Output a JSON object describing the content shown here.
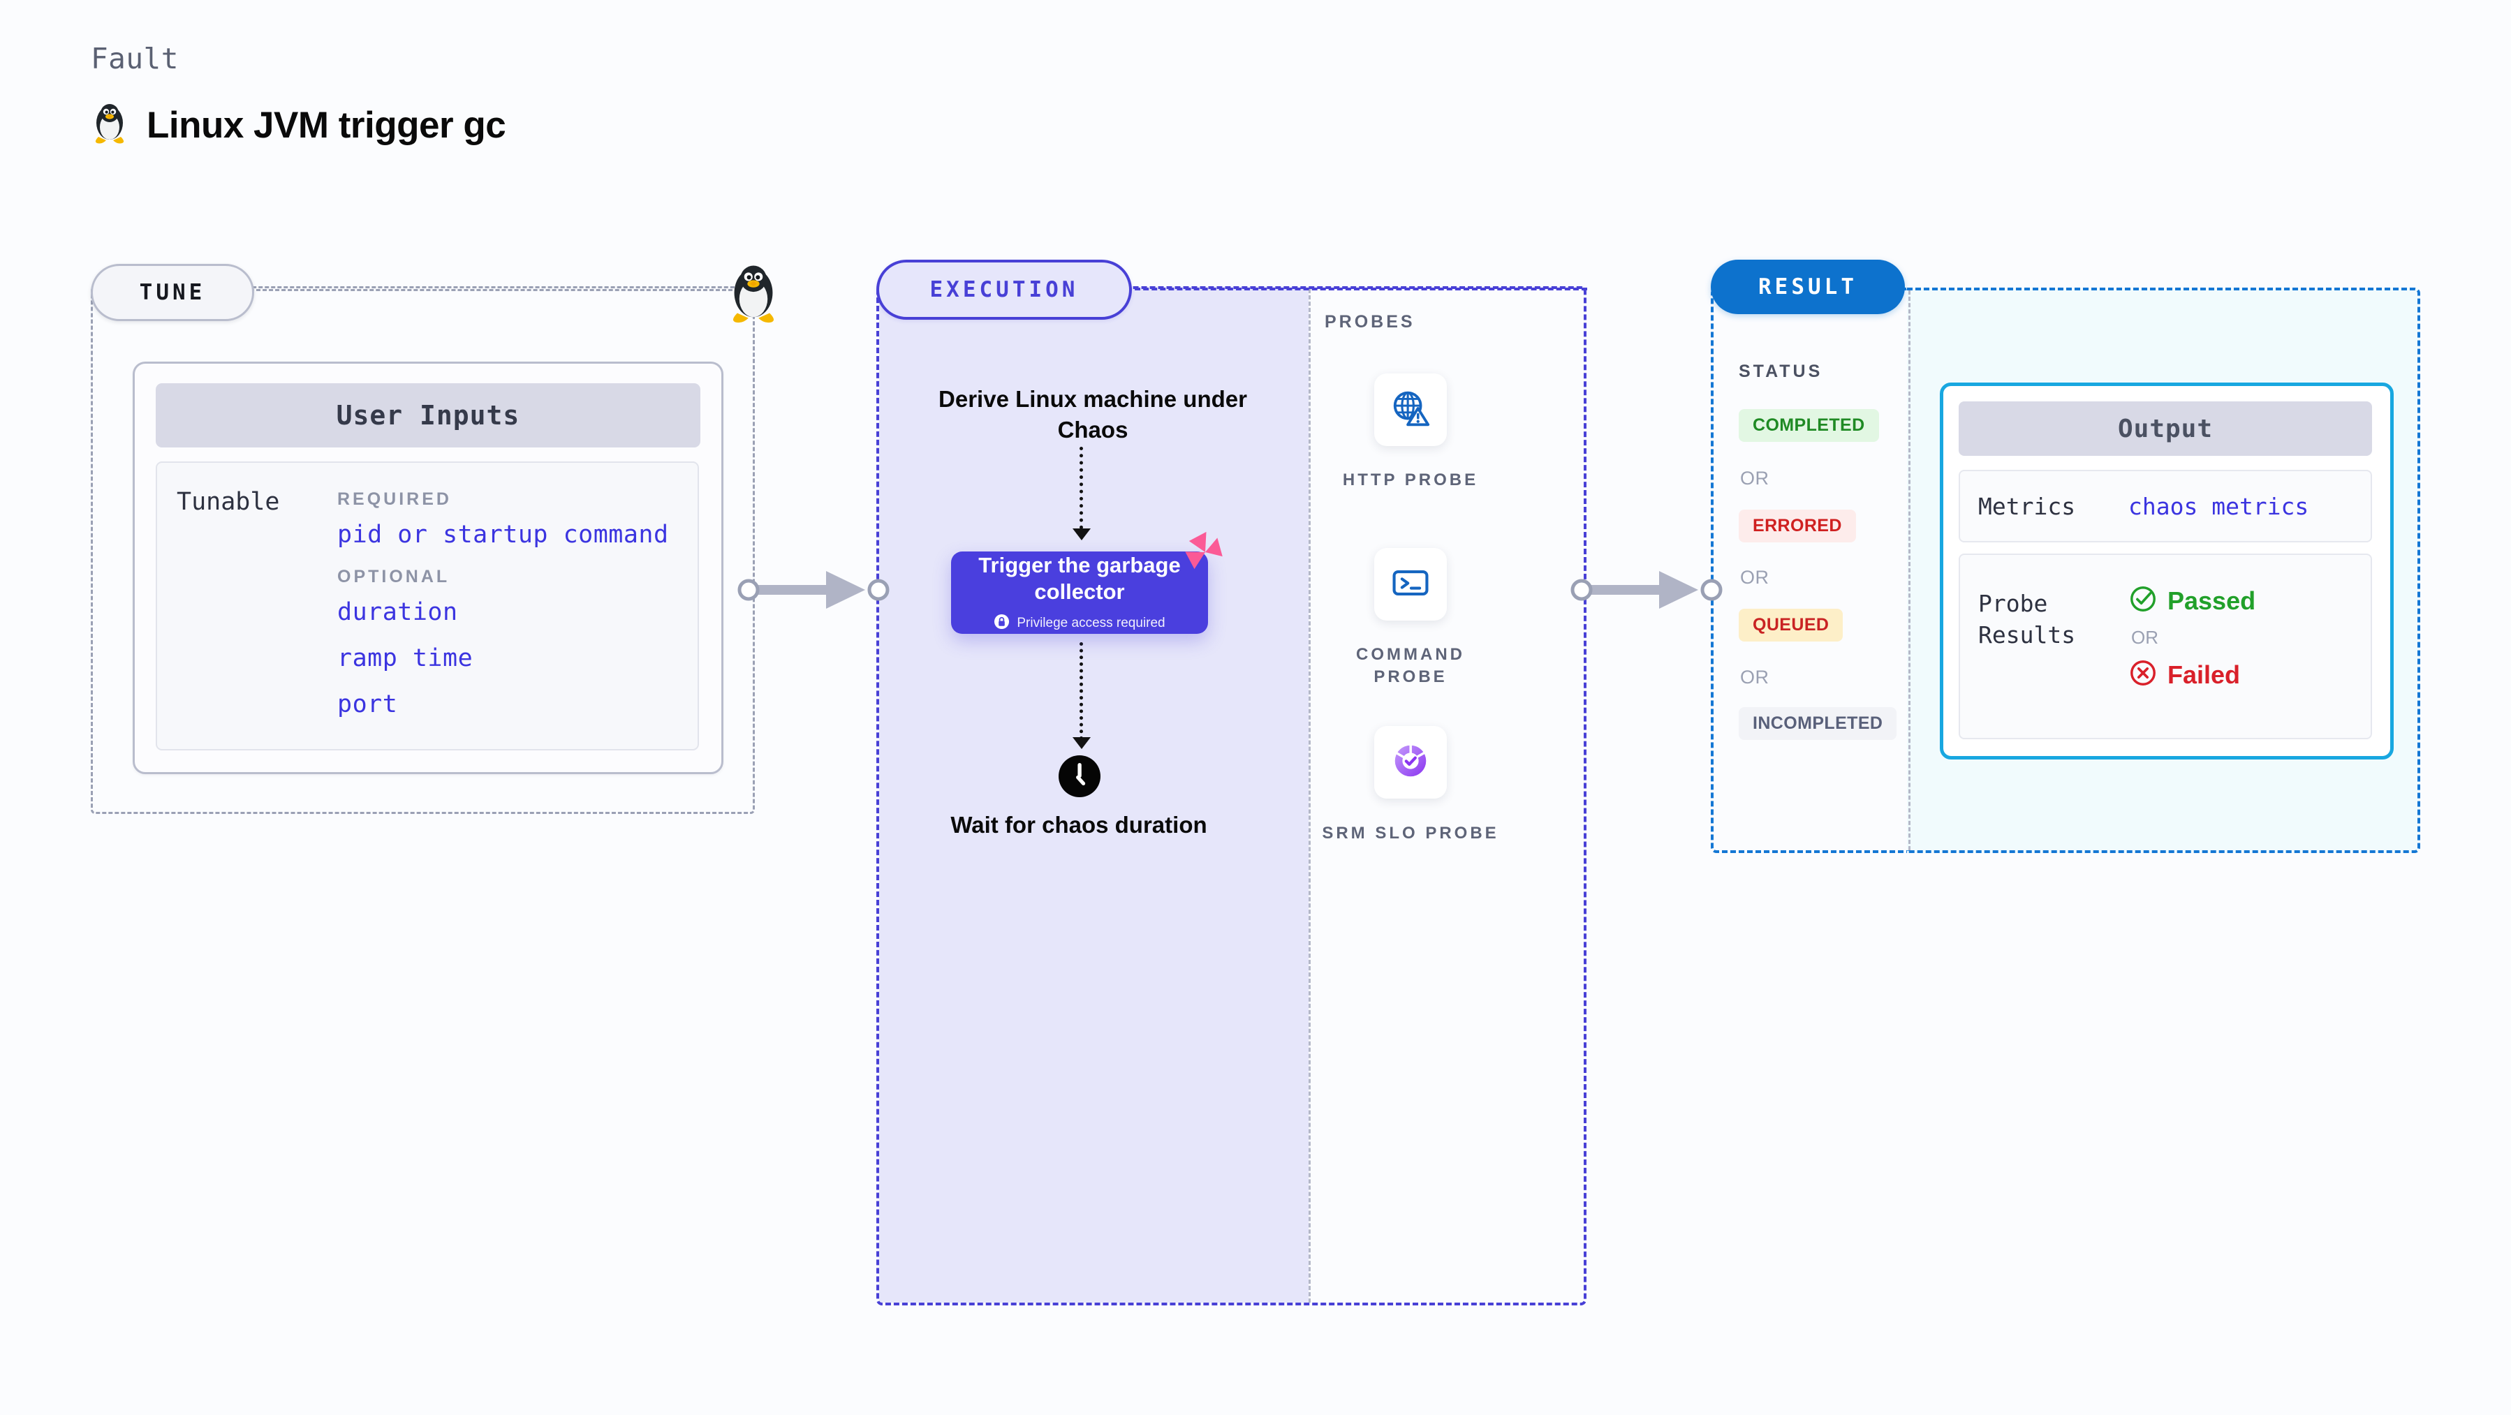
{
  "header": {
    "eyebrow": "Fault",
    "title": "Linux JVM trigger gc",
    "icon": "tux-penguin-icon"
  },
  "tune": {
    "pill_label": "TUNE",
    "corner_icon": "tux-penguin-icon",
    "card": {
      "header": "User Inputs",
      "row_label": "Tunable",
      "groups": [
        {
          "label": "REQUIRED",
          "items": [
            "pid or startup command"
          ]
        },
        {
          "label": "OPTIONAL",
          "items": [
            "duration",
            "ramp time",
            "port"
          ]
        }
      ]
    }
  },
  "connectors": [
    {
      "name": "tune-to-execution-arrow"
    },
    {
      "name": "execution-to-result-arrow"
    }
  ],
  "execution": {
    "pill_label": "EXECUTION",
    "steps": [
      {
        "type": "text",
        "label": "Derive Linux machine under Chaos"
      },
      {
        "type": "node",
        "label": "Trigger the garbage collector",
        "badge_icon": "lock-icon",
        "badge_label": "Privilege access required",
        "corner_icon": "chaos-pinwheel-icon",
        "color": "#4a3fde"
      },
      {
        "type": "text",
        "icon": "clock-icon",
        "label": "Wait for chaos duration"
      }
    ]
  },
  "probes": {
    "label": "PROBES",
    "items": [
      {
        "name": "HTTP PROBE",
        "icon": "globe-warning-icon",
        "color": "#1565c0"
      },
      {
        "name": "COMMAND PROBE",
        "icon": "terminal-icon",
        "color": "#1565c0"
      },
      {
        "name": "SRM SLO PROBE",
        "icon": "slo-donut-check-icon",
        "color": "#8b35f0"
      }
    ]
  },
  "result": {
    "pill_label": "RESULT",
    "status_label": "STATUS",
    "or_label": "OR",
    "statuses": [
      {
        "label": "COMPLETED",
        "bg": "#e2f7e3",
        "fg": "#1f8a24"
      },
      {
        "label": "ERRORED",
        "bg": "#fdeceb",
        "fg": "#cf2020"
      },
      {
        "label": "QUEUED",
        "bg": "#fdefc8",
        "fg": "#c92323"
      },
      {
        "label": "INCOMPLETED",
        "bg": "#f2f3f7",
        "fg": "#59607a"
      }
    ],
    "output": {
      "header": "Output",
      "metrics_key": "Metrics",
      "metrics_value": "chaos metrics",
      "probe_results_key": "Probe Results",
      "passed_label": "Passed",
      "failed_label": "Failed",
      "or_label": "OR"
    }
  },
  "colors": {
    "page_bg": "#fbfcfe",
    "tune_border": "#9aa0b4",
    "execution_accent": "#4840d6",
    "execution_fill": "#e6e6fa",
    "result_accent": "#1477d4",
    "result_fill": "#f1fbfd",
    "output_border": "#18a7e0",
    "node_purple": "#4a3fde",
    "chaos_pink": "#fb5a96",
    "code_blue": "#3b34e0"
  }
}
